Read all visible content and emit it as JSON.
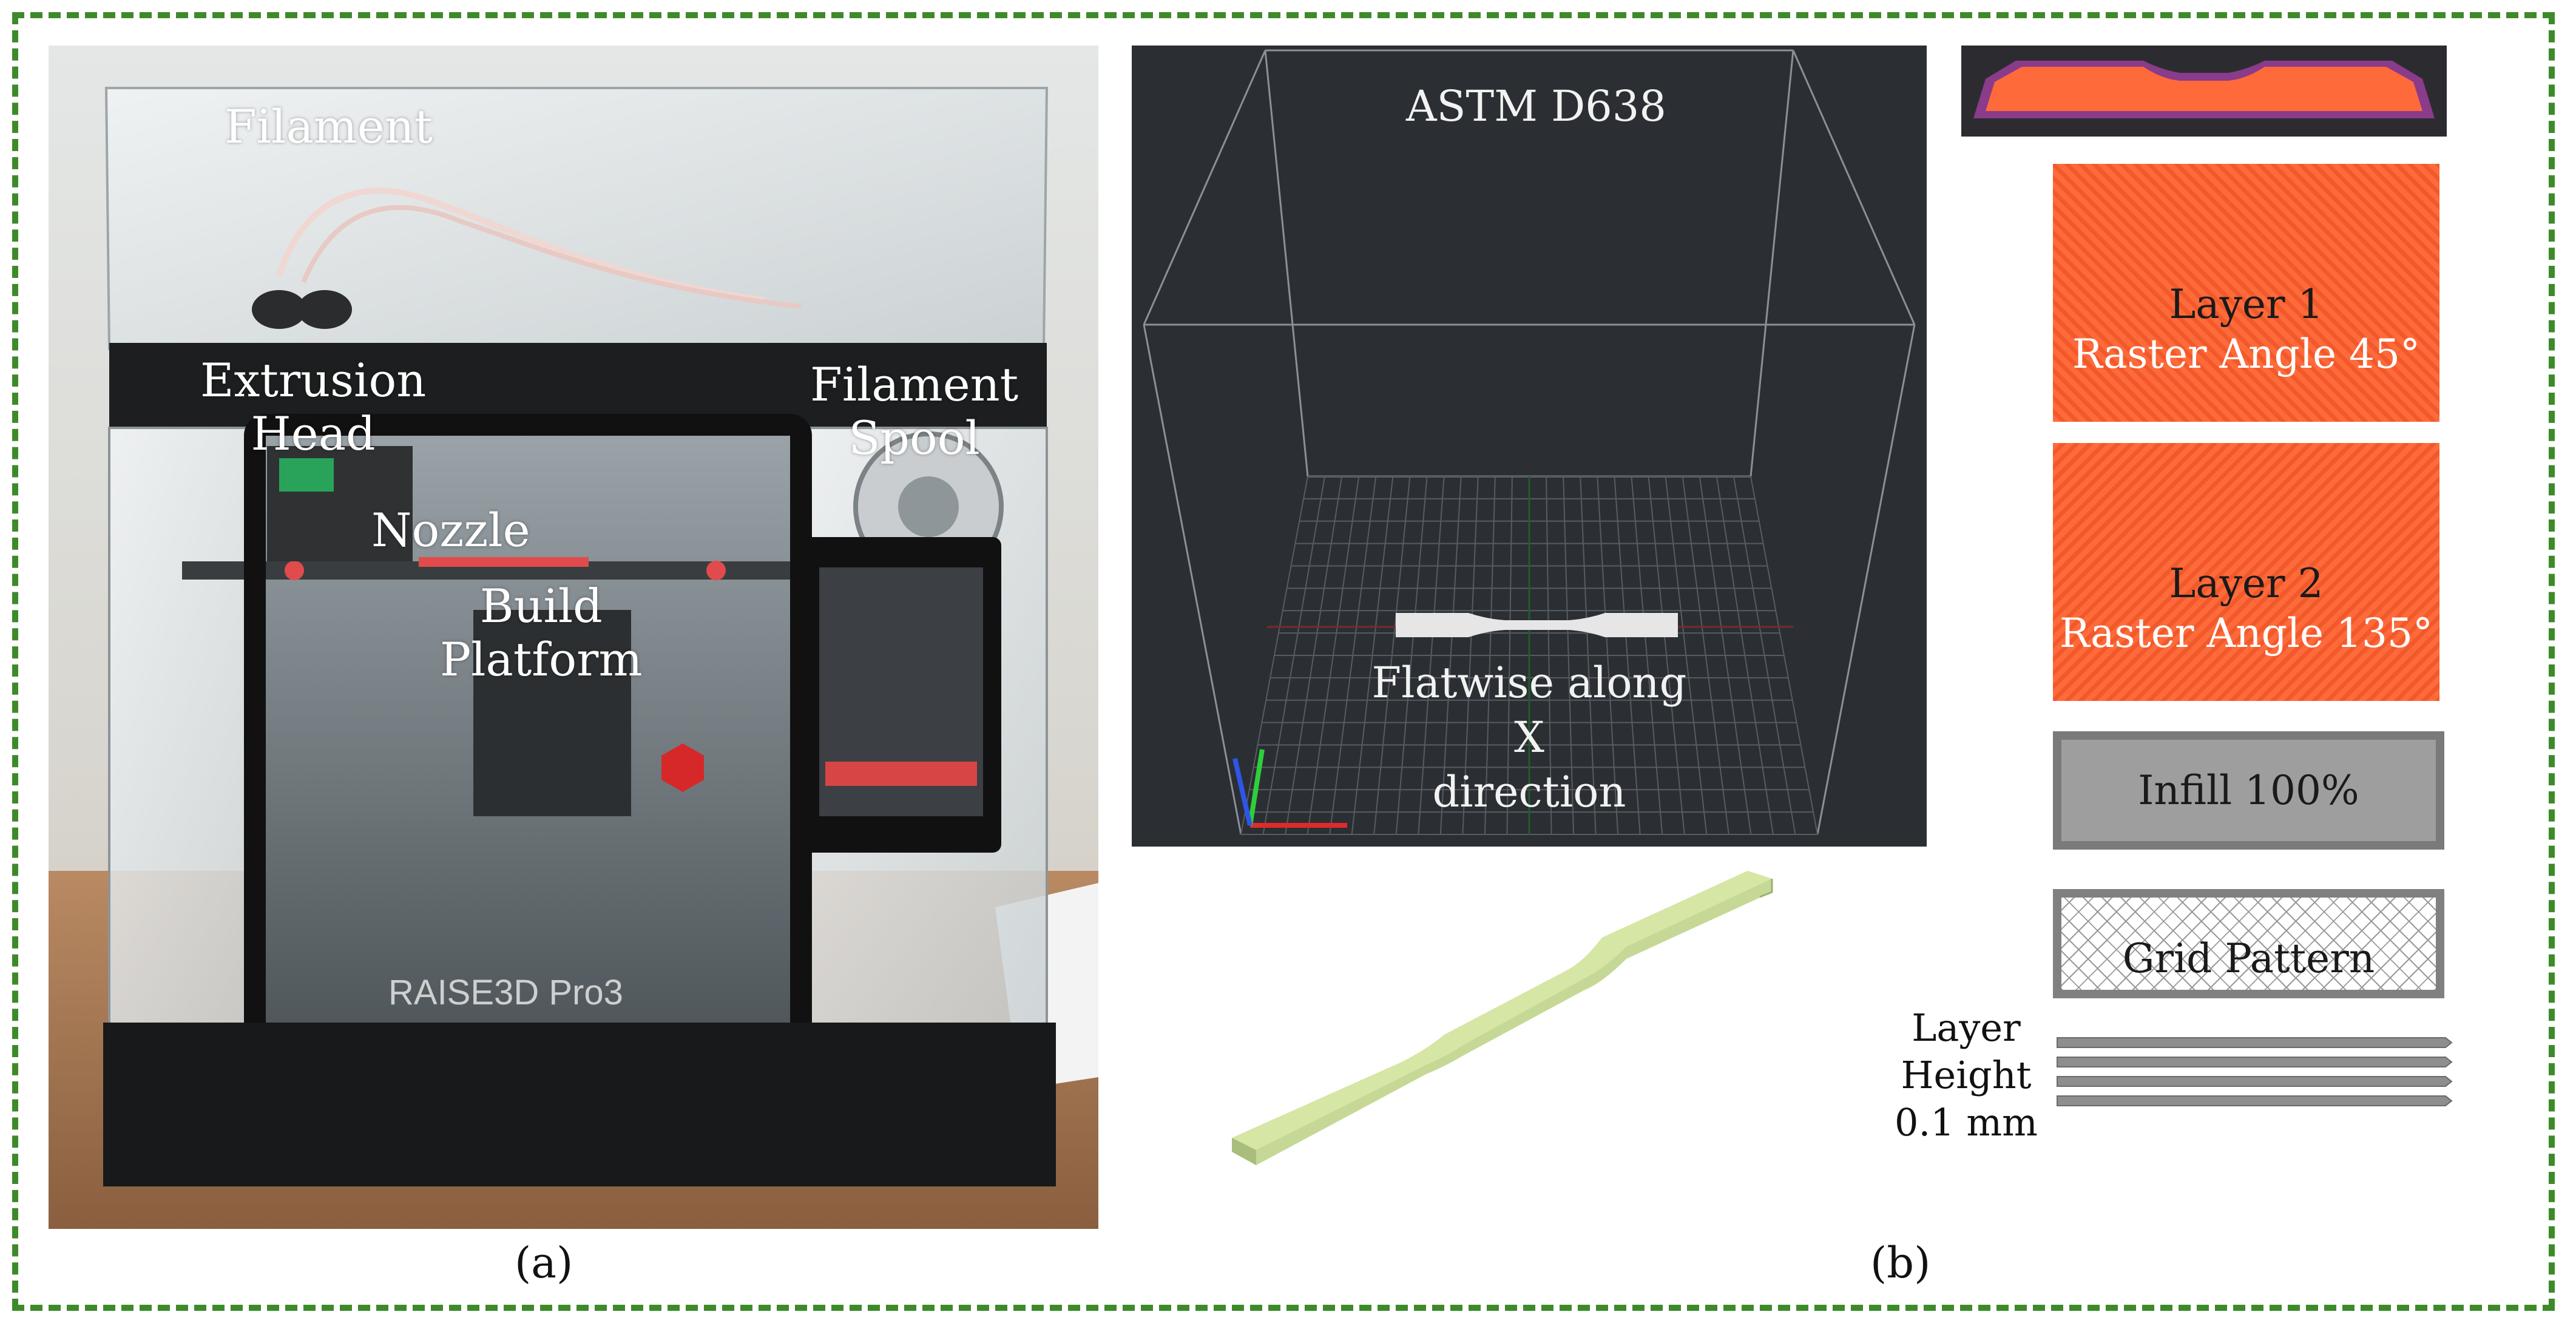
{
  "panel_a": {
    "caption": "(a)",
    "labels": {
      "filament": "Filament",
      "extrusion_head": "Extrusion\nHead",
      "filament_spool": "Filament\nSpool",
      "nozzle": "Nozzle",
      "build_platform": "Build\nPlatform"
    },
    "brand_text": "RAISE3D Pro3"
  },
  "panel_b": {
    "caption": "(b)",
    "viewport": {
      "title": "ASTM D638",
      "orientation": "Flatwise along X\ndirection"
    },
    "layer1": {
      "title": "Layer 1",
      "angle": "Raster Angle 45°"
    },
    "layer2": {
      "title": "Layer 2",
      "angle": "Raster Angle 135°"
    },
    "infill": "Infill 100%",
    "pattern": "Grid Pattern",
    "layer_height": "Layer\nHeight\n0.1 mm"
  },
  "colors": {
    "frame": "#3d8a2a",
    "viewport_bg": "#2b2f33",
    "raster": "#ff6a3a",
    "specimen_3d": "#d4e4a0",
    "infill_gray": "#9e9e9e"
  }
}
